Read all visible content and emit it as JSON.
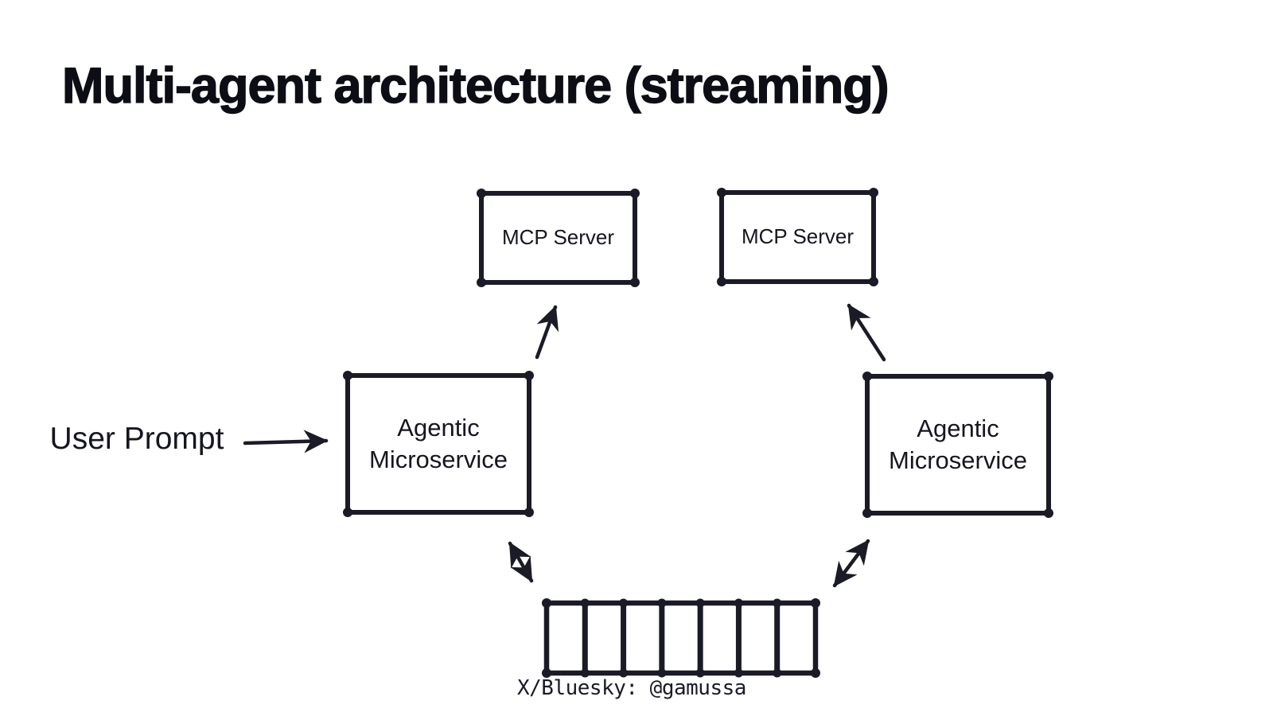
{
  "title": "Multi-agent architecture (streaming)",
  "colors": {
    "ink": "#1a1b26",
    "title_ink": "#0d0e15",
    "background": "#ffffff"
  },
  "labels": {
    "user_prompt": "User Prompt"
  },
  "nodes": {
    "mcp_left": {
      "label": "MCP Server"
    },
    "mcp_right": {
      "label": "MCP Server"
    },
    "agent_left": {
      "label": "Agentic Microservice"
    },
    "agent_right": {
      "label": "Agentic Microservice"
    }
  },
  "stream": {
    "cells": 7
  },
  "footer": {
    "handle": "X/Bluesky: @gamussa"
  }
}
